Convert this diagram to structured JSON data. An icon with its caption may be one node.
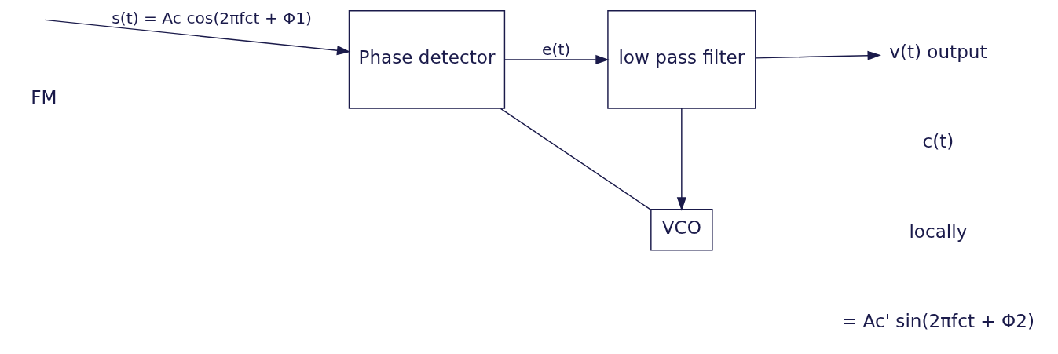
{
  "diagram": {
    "nodes": [
      {
        "text": [
          "Phase detector"
        ]
      },
      {
        "text": [
          "low pass filter"
        ]
      },
      {
        "text": [
          "v(t) output"
        ]
      },
      {
        "text": [
          "VCO"
        ]
      }
    ],
    "edges": [
      {
        "from": null,
        "to": 0,
        "arrow": "to",
        "label": "s(t) = Ac cos(2πfct + Φ1)"
      },
      {
        "from": 0,
        "to": 1,
        "arrow": "to",
        "label": "e(t)"
      },
      {
        "from": 1,
        "to": 2,
        "arrow": "to"
      },
      {
        "from": 1,
        "to": 3,
        "arrow": "to"
      },
      {
        "from": 3,
        "to": 0,
        "arrow": "none"
      }
    ],
    "labels": [
      "FM",
      "c(t)",
      "locally",
      "= Ac' sin(2πfct + Φ2)"
    ]
  }
}
